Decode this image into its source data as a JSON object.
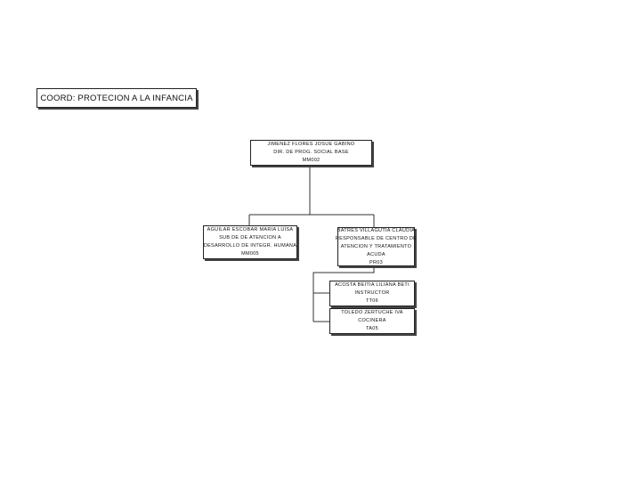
{
  "title": "COORD: PROTECION A LA INFANCIA",
  "nodes": {
    "root": [
      "JIMENEZ FLORES JOSUE GABINO",
      "DIR. DE PROG. SOCIAL BASE",
      "MM002"
    ],
    "left": [
      "AGUILAR ESCOBAR MARIA LUISA",
      "SUB DE DE ATENCION A",
      "DESARROLLO DE INTEGR. HUMANA",
      "MM005"
    ],
    "right": [
      "BATRES VILLAGUTIA CLAUDIA",
      "RESPONSABLE DE CENTRO DE",
      "ATENCION Y TRATAMIENTO",
      "ACUDA",
      "PR03"
    ],
    "child1": [
      "ACOSTA BEITIA LILIANA BETI",
      "INSTRUCTOR",
      "TT06"
    ],
    "child2": [
      "TOLEDO ZERTUCHE IVA",
      "COCINERA",
      "TA05"
    ]
  }
}
